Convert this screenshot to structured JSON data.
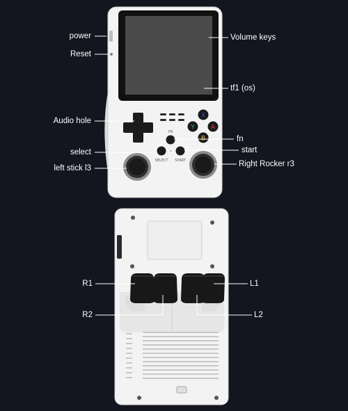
{
  "labels": {
    "power": "power",
    "reset": "Reset",
    "volume_keys": "Volume keys",
    "tf1": "tf1 (os)",
    "audio_hole": "Audio hole",
    "fn": "fn",
    "select": "select",
    "start": "start",
    "left_stick": "left stick l3",
    "right_rocker": "Right Rocker r3",
    "r1": "R1",
    "l1": "L1",
    "r2": "R2",
    "l2": "L2"
  },
  "device_text": {
    "fn": "FN",
    "select": "SELECT",
    "start": "START",
    "x": "X",
    "y": "Y",
    "a": "A",
    "b": "B"
  },
  "colors": {
    "background": "#13151f",
    "shell": "#f3f3f3",
    "screen": "#4b4b4b",
    "button_x": "#3f54c9",
    "button_y": "#3fa54a",
    "button_a": "#d8403a",
    "button_b": "#e3b62c"
  }
}
